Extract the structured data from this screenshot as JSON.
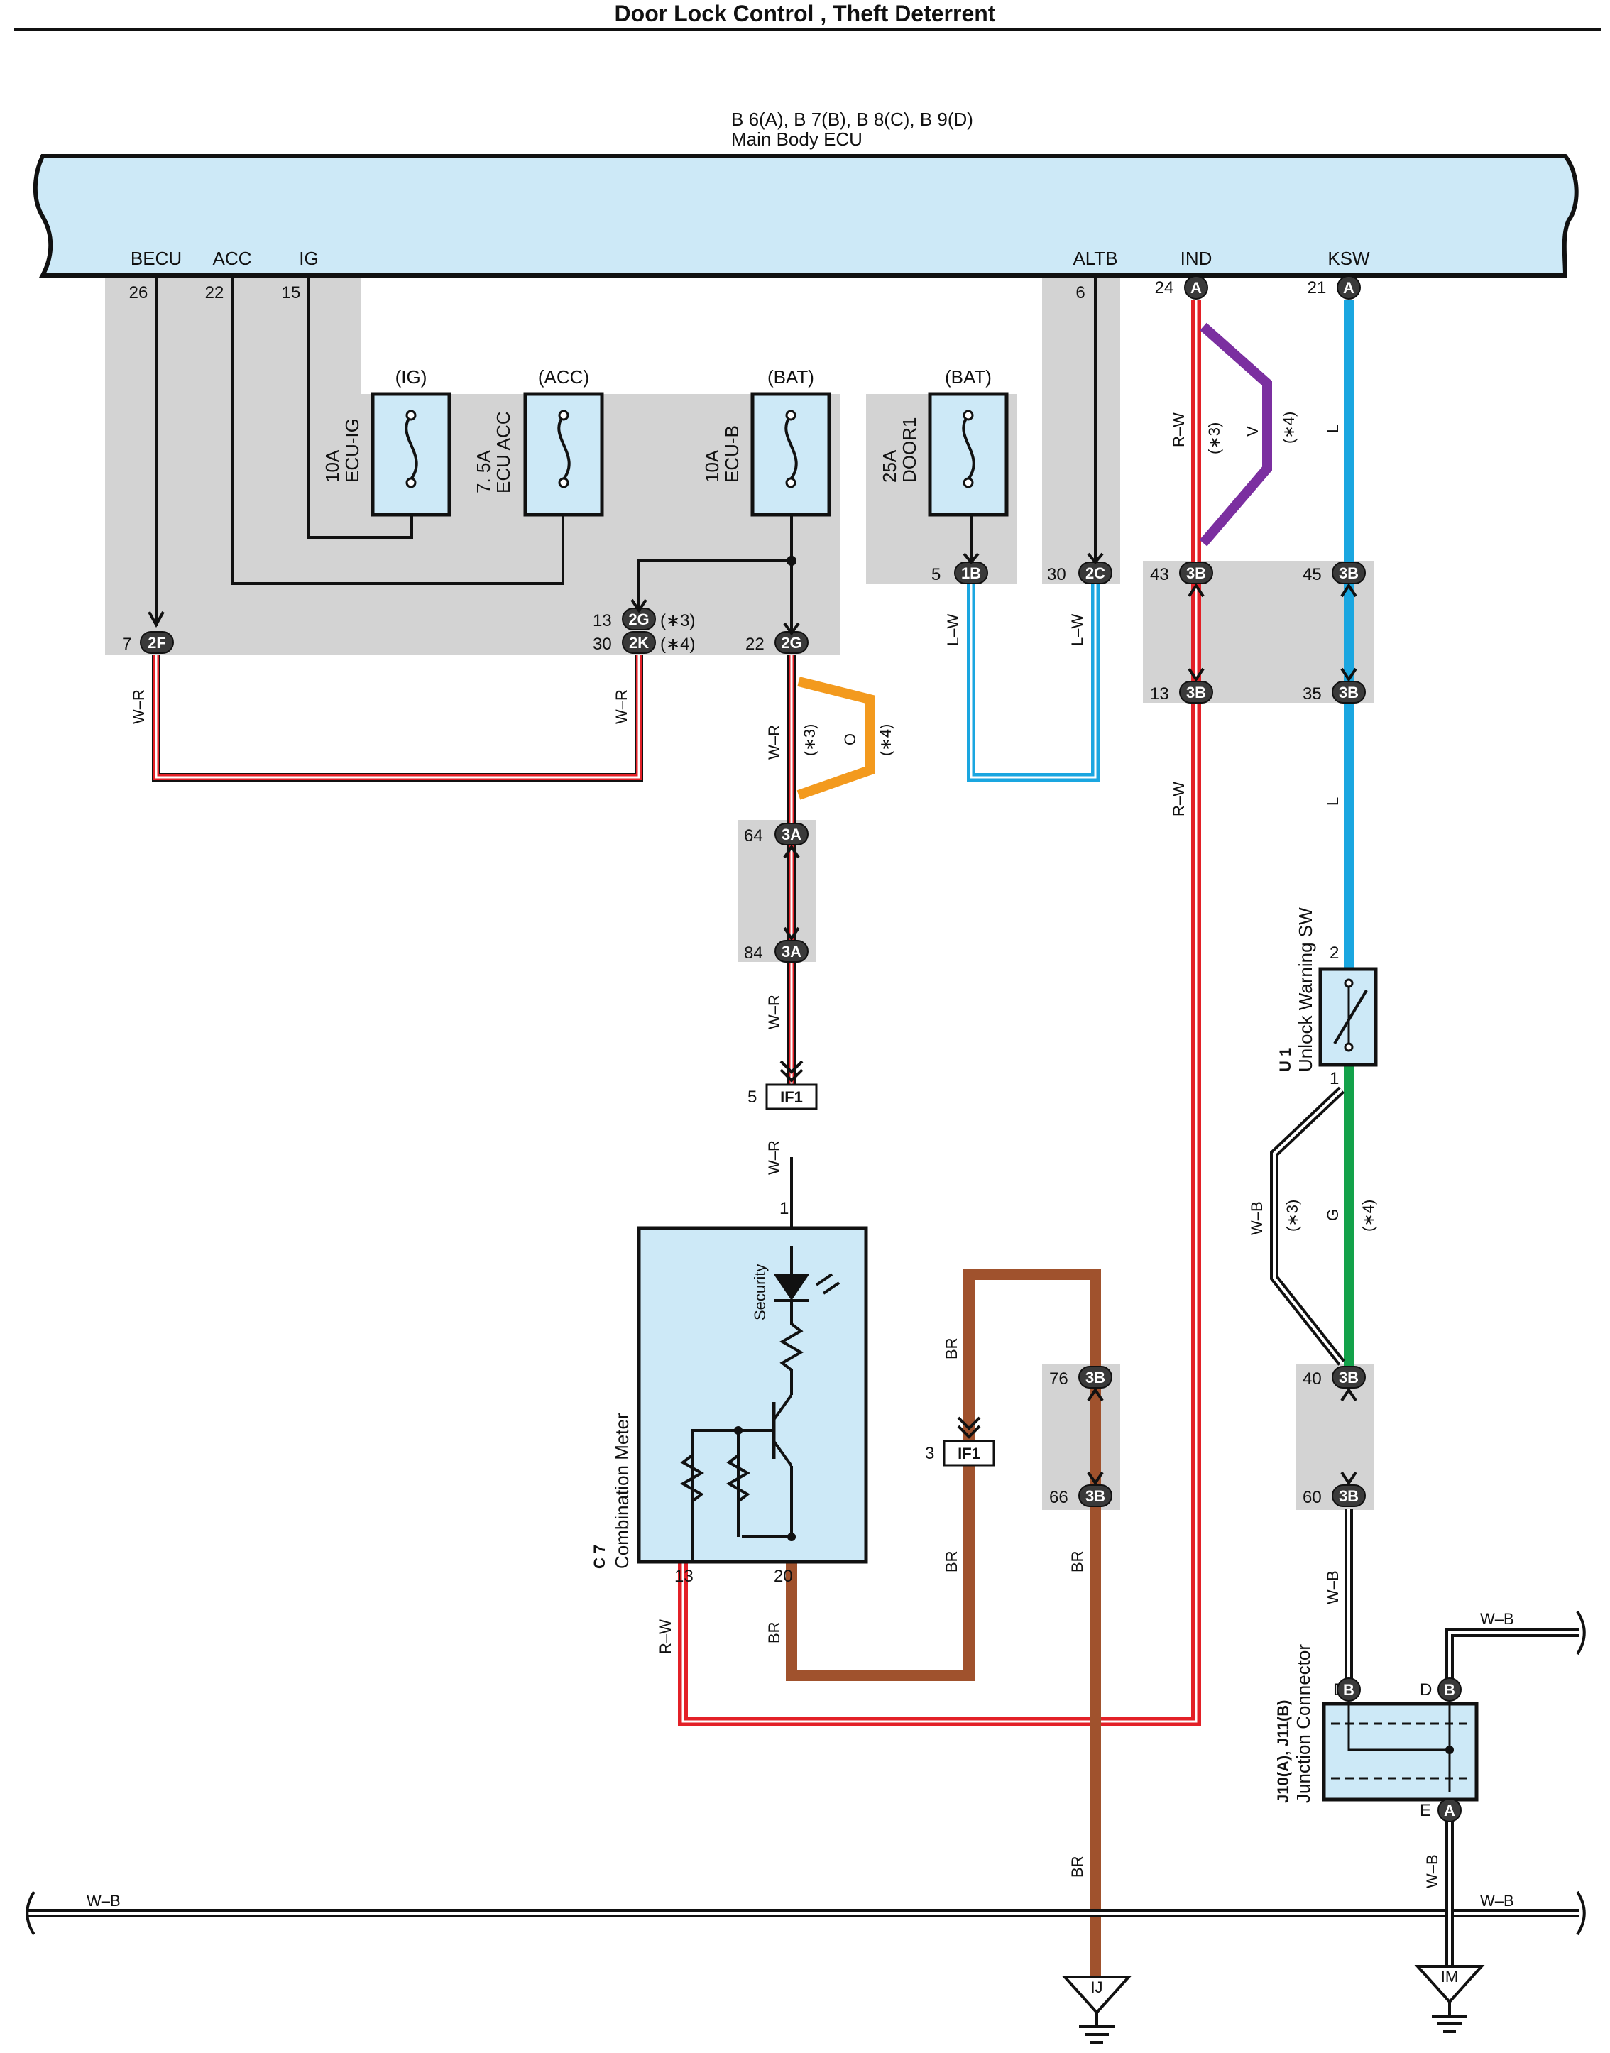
{
  "title": "Door Lock Control , Theft Deterrent",
  "ecu": {
    "ref": "B 6(A), B 7(B), B 8(C), B 9(D)",
    "name": "Main Body ECU",
    "terminals": [
      {
        "name": "BECU",
        "pin": "26"
      },
      {
        "name": "ACC",
        "pin": "22"
      },
      {
        "name": "IG",
        "pin": "15"
      },
      {
        "name": "ALTB",
        "pin": "6"
      },
      {
        "name": "IND",
        "pin": "24"
      },
      {
        "name": "KSW",
        "pin": "21"
      }
    ],
    "connector_a": "A"
  },
  "fuses": [
    {
      "supply": "(IG)",
      "rating": "10A",
      "name": "ECU-IG"
    },
    {
      "supply": "(ACC)",
      "rating": "7. 5A",
      "name": "ECU ACC"
    },
    {
      "supply": "(BAT)",
      "rating": "10A",
      "name": "ECU-B"
    },
    {
      "supply": "(BAT)",
      "rating": "25A",
      "name": "DOOR1"
    }
  ],
  "connectors": {
    "c2F": {
      "pin": "7",
      "id": "2F"
    },
    "c2G13": {
      "pin": "13",
      "id": "2G",
      "note": "(∗3)"
    },
    "c2K30": {
      "pin": "30",
      "id": "2K",
      "note": "(∗4)"
    },
    "c2G22": {
      "pin": "22",
      "id": "2G"
    },
    "c1B": {
      "pin": "5",
      "id": "1B"
    },
    "c2C": {
      "pin": "30",
      "id": "2C"
    },
    "c3B43": {
      "pin": "43",
      "id": "3B"
    },
    "c3B13": {
      "pin": "13",
      "id": "3B"
    },
    "c3B45": {
      "pin": "45",
      "id": "3B"
    },
    "c3B35": {
      "pin": "35",
      "id": "3B"
    },
    "c3A64": {
      "pin": "64",
      "id": "3A"
    },
    "c3A84": {
      "pin": "84",
      "id": "3A"
    },
    "cIF1_5": {
      "pin": "5",
      "id": "IF1"
    },
    "cIF1_3": {
      "pin": "3",
      "id": "IF1"
    },
    "c3B76": {
      "pin": "76",
      "id": "3B"
    },
    "c3B66": {
      "pin": "66",
      "id": "3B"
    },
    "c3B40": {
      "pin": "40",
      "id": "3B"
    },
    "c3B60": {
      "pin": "60",
      "id": "3B"
    }
  },
  "wires": {
    "wr": "W–R",
    "lw": "L–W",
    "rw": "R–W",
    "l": "L",
    "v": "V",
    "o": "O",
    "g": "G",
    "br": "BR",
    "wb": "W–B",
    "n3": "(∗3)",
    "n4": "(∗4)"
  },
  "meter": {
    "ref": "C 7",
    "name": "Combination Meter",
    "security": "Security",
    "pin1": "1",
    "pin13": "13",
    "pin20": "20"
  },
  "unlock_sw": {
    "ref": "U 1",
    "name": "Unlock Warning SW",
    "pin2": "2",
    "pin1": "1"
  },
  "junction": {
    "ref": "J10(A), J11(B)",
    "name": "Junction Connector",
    "pinD1": "D",
    "pinD2": "D",
    "pinE": "E",
    "b": "B",
    "a": "A"
  },
  "grounds": {
    "ij": "IJ",
    "im": "IM"
  },
  "colors": {
    "red": "#e32027",
    "blue": "#1aa6e0",
    "purple": "#7b2fa0",
    "orange": "#f39a1e",
    "brown": "#a0522d",
    "green": "#13a24a",
    "panel": "#cde9f7",
    "shade": "#d3d3d3"
  }
}
